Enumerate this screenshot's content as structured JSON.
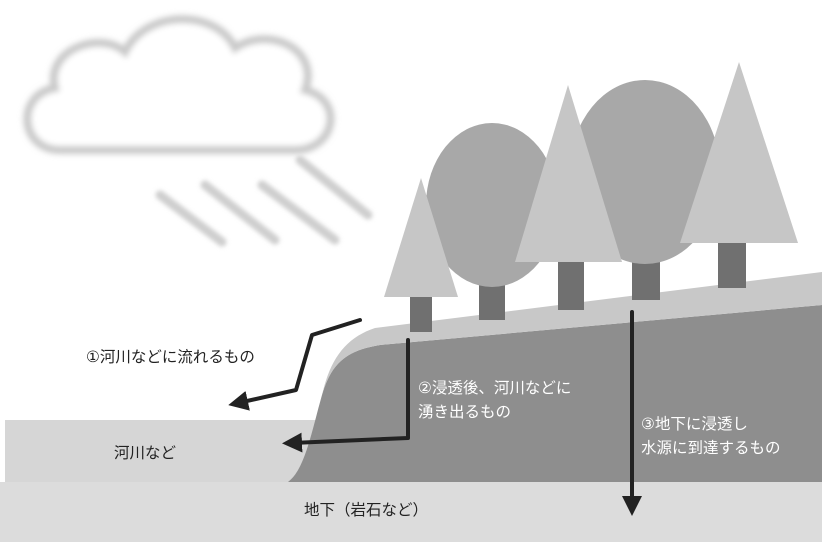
{
  "labels": {
    "surface_flow": "①河川などに流れるもの",
    "seep_line1": "②浸透後、河川などに",
    "seep_line2": "湧き出るもの",
    "deep_line1": "③地下に浸透し",
    "deep_line2": "水源に到達するもの",
    "river": "河川など",
    "underground": "地下（岩石など）"
  },
  "colors": {
    "ground_band": "#dcdcdc",
    "river_block": "#d6d6d6",
    "hill_top": "#c8c8c8",
    "hill_body": "#8e8e8e",
    "tree_light": "#c6c6c6",
    "tree_mid": "#a8a8a8",
    "trunk": "#707070",
    "arrow": "#222222",
    "cloud": "#d0d0d0",
    "rain": "#cfcfcf"
  }
}
